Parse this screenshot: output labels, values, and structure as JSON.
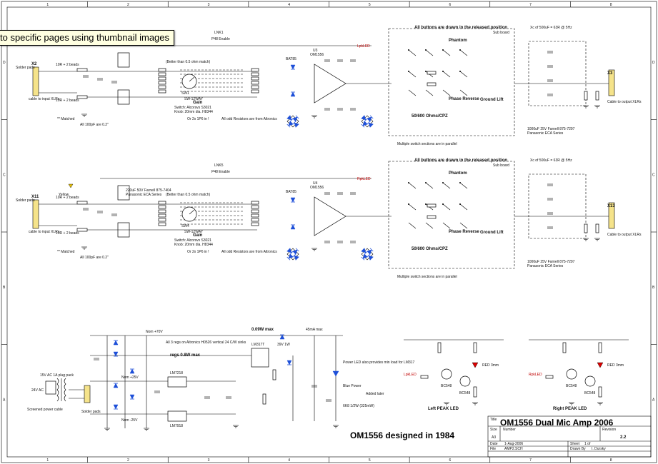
{
  "tooltip": "to specific pages using thumbnail images",
  "grid": {
    "cols": [
      "1",
      "2",
      "3",
      "4",
      "5",
      "6",
      "7",
      "8"
    ],
    "rows": [
      "D",
      "C",
      "B",
      "A"
    ]
  },
  "channels": [
    {
      "ic": "U3",
      "ic_type": "OM1556",
      "input_connector": "X2",
      "output_connector": "X3",
      "lnk_top": "LNK1",
      "lnk_top_note": "P48 Enable",
      "switch_ref": "SW1",
      "switch_type": "SW-12WAY",
      "led_label": "LpkLED",
      "header_note": "All buttons are drawn in the released position",
      "sub_board": "Sub board",
      "phantom": "Phantom",
      "phase_reverse": "Phase Reverse",
      "ground_lift": "Ground Lift",
      "ohms_note": "50/600 Ohms/CPZ",
      "parallel_note": "Multiple switch sections are in parallel",
      "cap_note": "1000uF 25V  Farnell 875-7297\nPanasonic ECA Series",
      "xc_note": "Xc of 500uF = 63R @ 5Hz",
      "matched": "Matched",
      "all_100pf": "All 100pF are 0.2\"",
      "cable_in": "cable to input XLRs",
      "cable_out": "Cable to output XLRs",
      "solder_pads": "Solder pads",
      "beads_1": "10R + 2 beads",
      "beads_2": "10R + 2 beads",
      "gain": "Gain",
      "switch_note": "Switch: Alcorsvs S3021",
      "knob_note": "Knob: 20mm dia. H8344",
      "alt_note": "Or 2x 1P6 in !",
      "altronics_note": "All odd Resistors are from Altronics",
      "better_note": "(Better than 0.5 ohm match)"
    },
    {
      "ic": "U4",
      "ic_type": "OM1556",
      "input_connector": "X11",
      "output_connector": "X13",
      "lnk_top": "LNK5",
      "lnk_top_note": "P48 Enable",
      "switch_ref": "SW4",
      "switch_type": "SW-12WAY",
      "led_label": "RpkLED",
      "header_note": "All buttons are drawn in the released position",
      "sub_board": "Sub board",
      "phantom": "Phantom",
      "phase_reverse": "Phase Reverse",
      "ground_lift": "Ground Lift",
      "ohms_note": "50/600 Ohms/CPZ",
      "parallel_note": "Multiple switch sections are in parallel",
      "cap_note": "1000uF 25V  Farnell 875-7297\nPanasonic ECA Series",
      "xc_note": "Xc of 500uF = 63R @ 5Hz",
      "matched": "Matched",
      "all_100pf": "All 100pF are 0.2\"",
      "cable_in": "cable to input XLRs",
      "cable_out": "Cable to output XLRs",
      "solder_pads": "Solder pads",
      "beads_1": "10R + 2 beads",
      "beads_2": "10R + 2 beads",
      "gain": "Gain",
      "switch_note": "Switch: Alcorsvs S3021",
      "knob_note": "Knob: 20mm dia. H8344",
      "alt_note": "Or 2x 1P6 in !",
      "altronics_note": "All odd Resistors are from Altronics",
      "better_note": "(Better than 0.5 ohm match)",
      "led_yellow": "Yellow",
      "panasonic": "220uF 50V Farnell 875-7404\nPanasonic ECA Series"
    }
  ],
  "psu": {
    "ac_input": "15V AC 1A plug pack",
    "ac_label": "24V AC",
    "power_cable": "Screened power cable",
    "solder_pads": "Solder pads",
    "regs_note": "All 3 regs on Altronics H0526\nvertical 24 C/W sinks",
    "regs_power": "regs 0.8W max",
    "max_power": "0.09W max",
    "current": "45mA max",
    "nom_pos": "Nom +70V",
    "nom_pos25": "Nom +25V",
    "nom_neg25": "Nom -25V",
    "u_reg_pos": "LM7218",
    "u_reg_neg": "LM7918",
    "u_lm317": "LM317T",
    "zener": "39V 1W",
    "led_note": "Power LED also provides\nmin load for LM317",
    "power_led": "Blue\nPower",
    "added_later": "Added later",
    "r_load": "6K8 1/2W\n(325mW)"
  },
  "peak": {
    "left_title": "Left PEAK LED",
    "right_title": "Right PEAK LED",
    "left_in": "LpkLED",
    "right_in": "RpkLED",
    "led_part": "RED 3mm",
    "q_part": "BC548"
  },
  "designed_note": "OM1556  designed in 1984",
  "title_block": {
    "title_label": "Title",
    "title": "OM1556 Dual Mic Amp 2006",
    "size_label": "Size",
    "size": "A3",
    "number_label": "Number",
    "revision_label": "Revision",
    "revision": "2.2",
    "date_label": "Date",
    "date": "1-Aug-2006",
    "file_label": "File",
    "file": "AMP2.SCH",
    "sheet_label": "Sheet",
    "sheet": "1 of",
    "drawn_label": "Drawn By",
    "drawn": "I. Dursky"
  }
}
